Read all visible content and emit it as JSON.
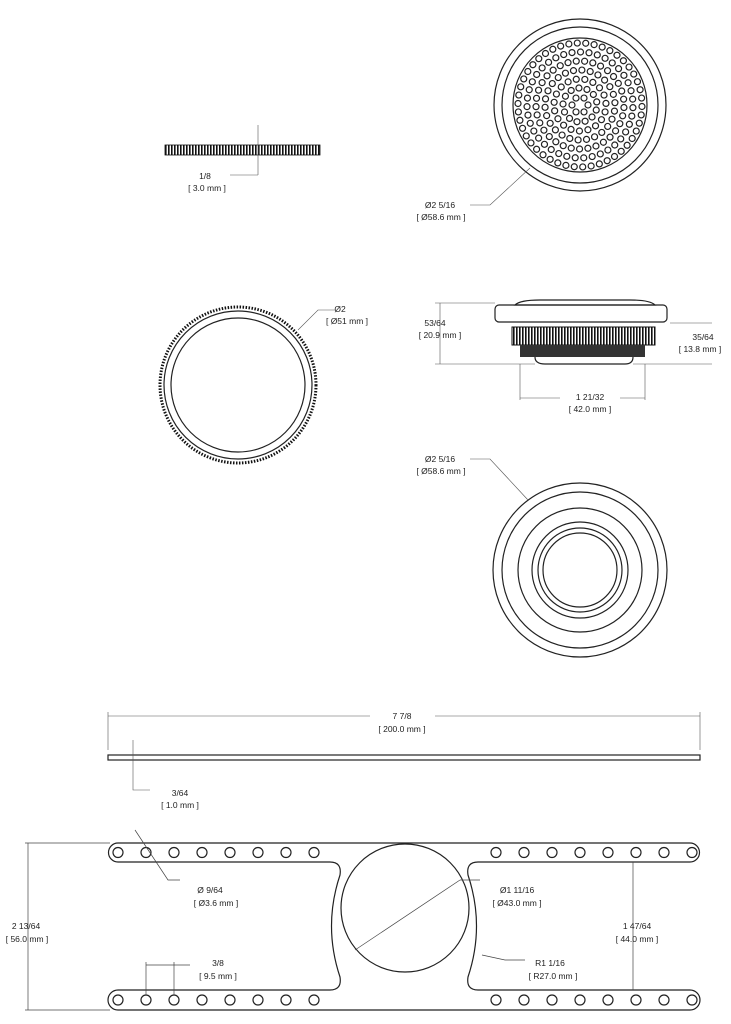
{
  "views": {
    "grille_side": {
      "dim_in": "1/8",
      "dim_mm": "[ 3.0 mm ]"
    },
    "grille_front": {
      "dim_in": "Ø2 5/16",
      "dim_mm": "[ Ø58.6 mm ]"
    },
    "ring": {
      "dim_in": "Ø2",
      "dim_mm": "[ Ø51 mm ]"
    },
    "assembly_side": {
      "height_in": "53/64",
      "height_mm": "[ 20.9 mm ]",
      "depth_in": "35/64",
      "depth_mm": "[ 13.8 mm ]",
      "width_in": "1 21/32",
      "width_mm": "[ 42.0 mm ]"
    },
    "assembly_back": {
      "dim_in": "Ø2 5/16",
      "dim_mm": "[ Ø58.6 mm ]"
    },
    "plate_side": {
      "length_in": "7 7/8",
      "length_mm": "[ 200.0 mm ]",
      "thickness_in": "3/64",
      "thickness_mm": "[ 1.0 mm ]"
    },
    "bracket": {
      "hole_in": "Ø 9/64",
      "hole_mm": "[ Ø3.6 mm ]",
      "height_in": "2 13/64",
      "height_mm": "[ 56.0 mm ]",
      "pitch_in": "3/8",
      "pitch_mm": "[ 9.5 mm ]",
      "cutout_in": "Ø1 11/16",
      "cutout_mm": "[ Ø43.0 mm ]",
      "inner_in": "1 47/64",
      "inner_mm": "[ 44.0 mm ]",
      "radius_in": "R1 1/16",
      "radius_mm": "[ R27.0 mm ]"
    }
  }
}
